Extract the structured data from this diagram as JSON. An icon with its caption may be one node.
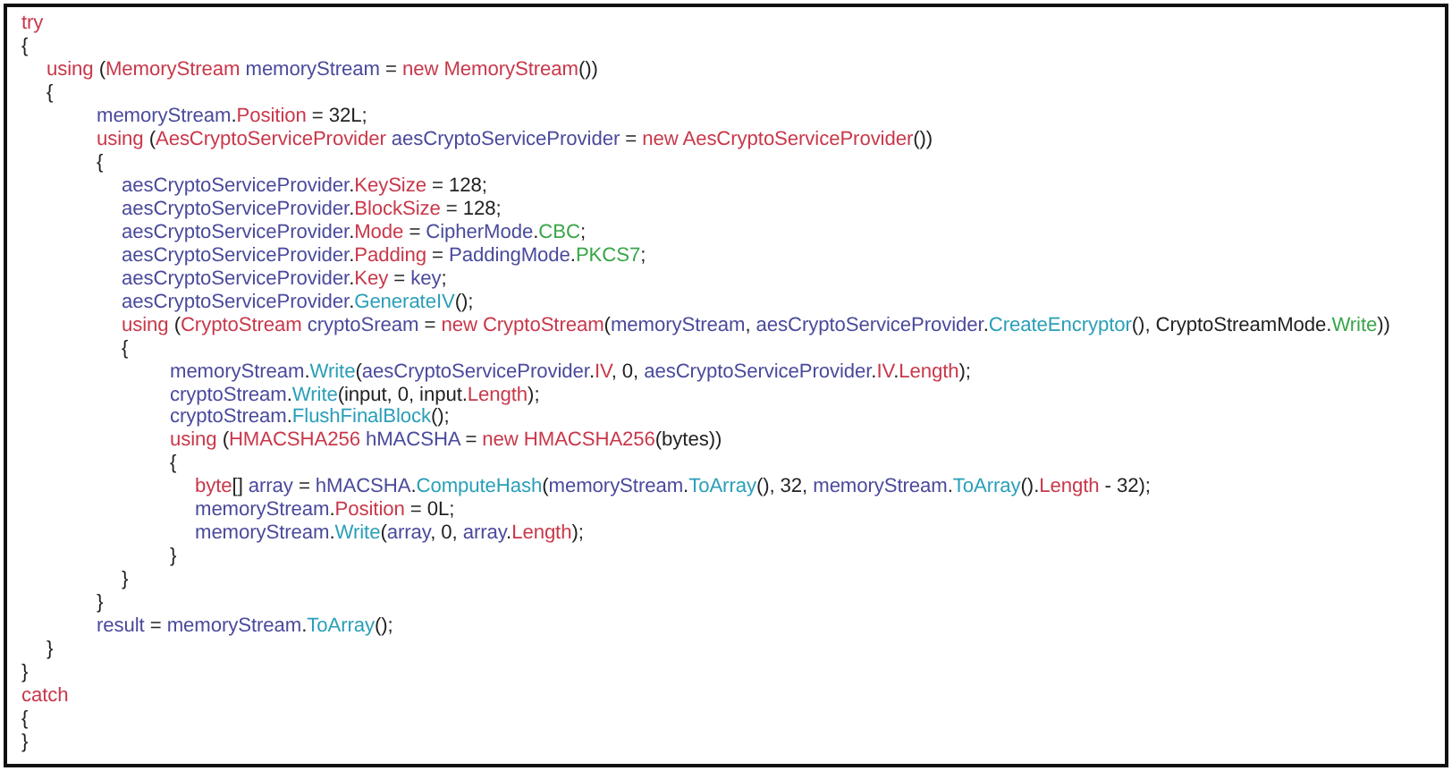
{
  "diagram": {
    "labels": [
      "try",
      "{",
      "using (MemoryStream memoryStream = new MemoryStream())",
      "{",
      "memoryStream.Position = 32L;",
      "using (AesCryptoServiceProvider aesCryptoServiceProvider = new AesCryptoServiceProvider())",
      "{",
      "aesCryptoServiceProvider.KeySize = 128;",
      "aesCryptoServiceProvider.BlockSize = 128;",
      "aesCryptoServiceProvider.Mode = CipherMode.CBC;",
      "aesCryptoServiceProvider.Padding = PaddingMode.PKCS7;",
      "aesCryptoServiceProvider.Key = key;",
      "aesCryptoServiceProvider.GenerateIV();",
      "using (CryptoStream cryptoSream = new CryptoStream(memoryStream, aesCryptoServiceProvider.CreateEncryptor(), CryptoStreamMode.Write))",
      "{",
      "memoryStream.Write(aesCryptoServiceProvider.IV, 0, aesCryptoServiceProvider.IV.Length);",
      "cryptoStream.Write(input, 0, input.Length);",
      "cryptoStream.FlushFinalBlock();",
      "using (HMACSHA256 hMACSHA = new HMACSHA256(bytes))",
      "{",
      "byte[] array = hMACSHA.ComputeHash(memoryStream.ToArray(), 32, memoryStream.ToArray().Length - 32);",
      "memoryStream.Position = 0L;",
      "memoryStream.Write(array, 0, array.Length);",
      "}",
      "}",
      "}",
      "result = memoryStream.ToArray();",
      "}",
      "}",
      "catch",
      "{",
      "}"
    ]
  }
}
